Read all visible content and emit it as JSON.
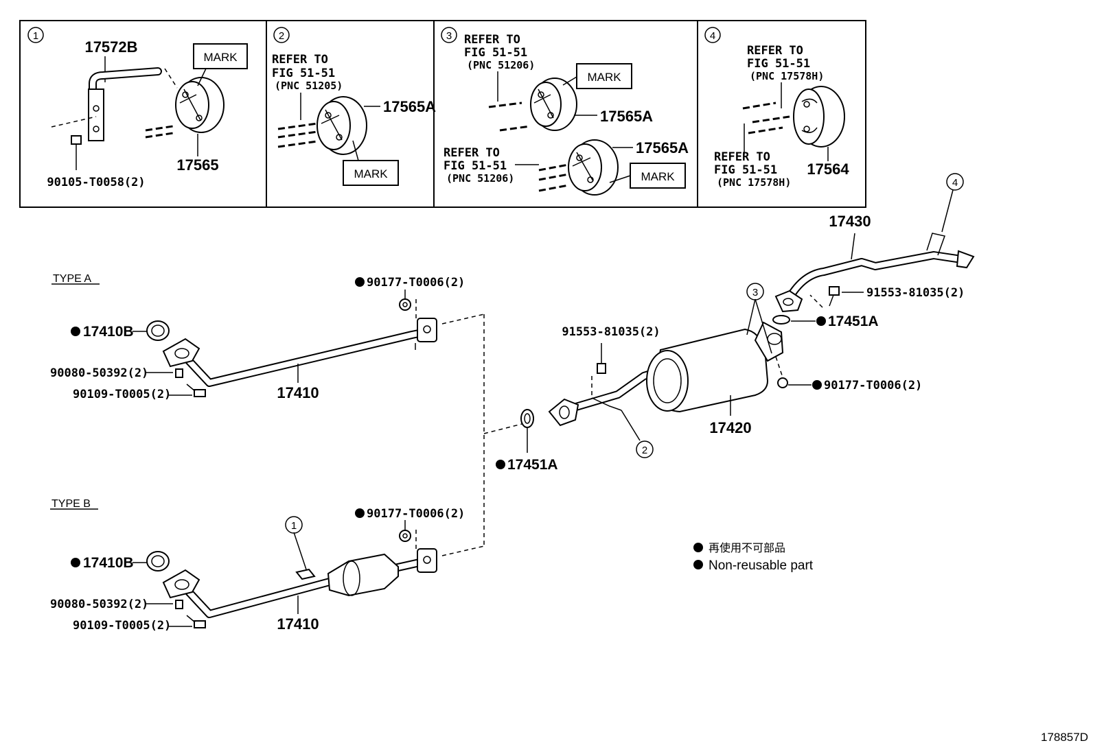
{
  "panels": [
    {
      "num": "1",
      "labels": {
        "bracket": "17572B",
        "hanger": "17565",
        "bolt": "90105-T0058(2)",
        "mark": "MARK"
      }
    },
    {
      "num": "2",
      "refer": [
        "REFER TO",
        "FIG 51-51",
        "(PNC 51205)"
      ],
      "labels": {
        "hanger": "17565A",
        "mark": "MARK"
      }
    },
    {
      "num": "3",
      "refer_top": [
        "REFER TO",
        "FIG 51-51",
        "(PNC 51206)"
      ],
      "refer_bottom": [
        "REFER TO",
        "FIG 51-51",
        "(PNC 51206)"
      ],
      "labels": {
        "hanger_top": "17565A",
        "hanger_bottom": "17565A",
        "mark_top": "MARK",
        "mark_bottom": "MARK"
      }
    },
    {
      "num": "4",
      "refer_top": [
        "REFER TO",
        "FIG 51-51",
        "(PNC 17578H)"
      ],
      "refer_bottom": [
        "REFER TO",
        "FIG 51-51",
        "(PNC 17578H)"
      ],
      "labels": {
        "hanger": "17564"
      }
    }
  ],
  "type_a": {
    "title": "TYPE A",
    "gasket": "17410B",
    "stud": "90080-50392(2)",
    "nut_bolt": "90109-T0005(2)",
    "nut_top": "90177-T0006(2)",
    "pipe": "17410"
  },
  "type_b": {
    "title": "TYPE B",
    "gasket": "17410B",
    "stud": "90080-50392(2)",
    "nut_bolt": "90109-T0005(2)",
    "nut_top": "90177-T0006(2)",
    "pipe": "17410",
    "callout": "1"
  },
  "center": {
    "gasket": "17451A",
    "muffler": "17420",
    "bolt": "91553-81035(2)",
    "callout_2": "2",
    "callout_3": "3"
  },
  "tail": {
    "pipe": "17430",
    "bolt": "91553-81035(2)",
    "gasket": "17451A",
    "nut": "90177-T0006(2)",
    "callout_4": "4"
  },
  "legend": {
    "line_jp": "再使用不可部品",
    "line_en": "Non-reusable part"
  },
  "figure_id": "178857D"
}
